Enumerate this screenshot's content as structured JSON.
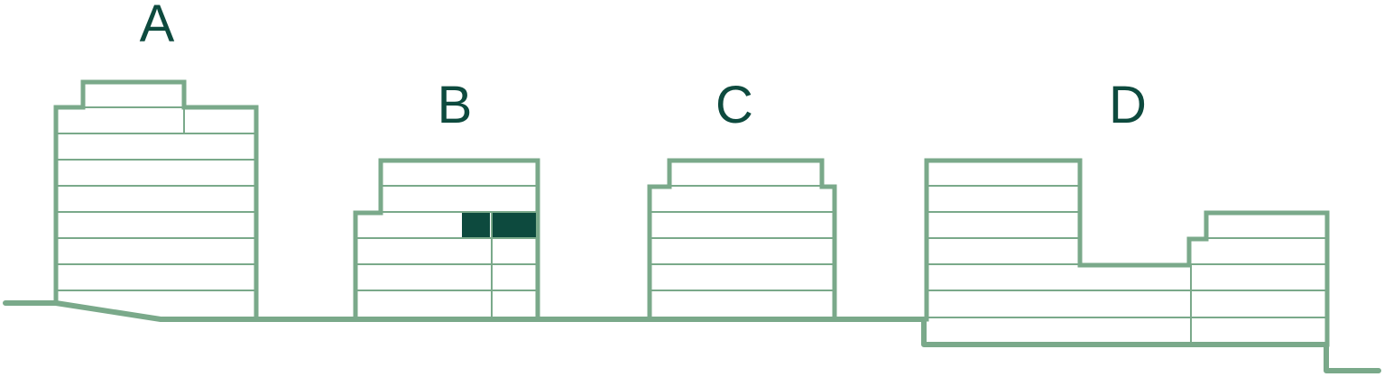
{
  "colors": {
    "line": "#7aa98a",
    "label": "#0d4a3e",
    "highlight": "#0d4a3e",
    "background": "#ffffff"
  },
  "buildings": [
    {
      "label": "A"
    },
    {
      "label": "B"
    },
    {
      "label": "C"
    },
    {
      "label": "D"
    }
  ]
}
